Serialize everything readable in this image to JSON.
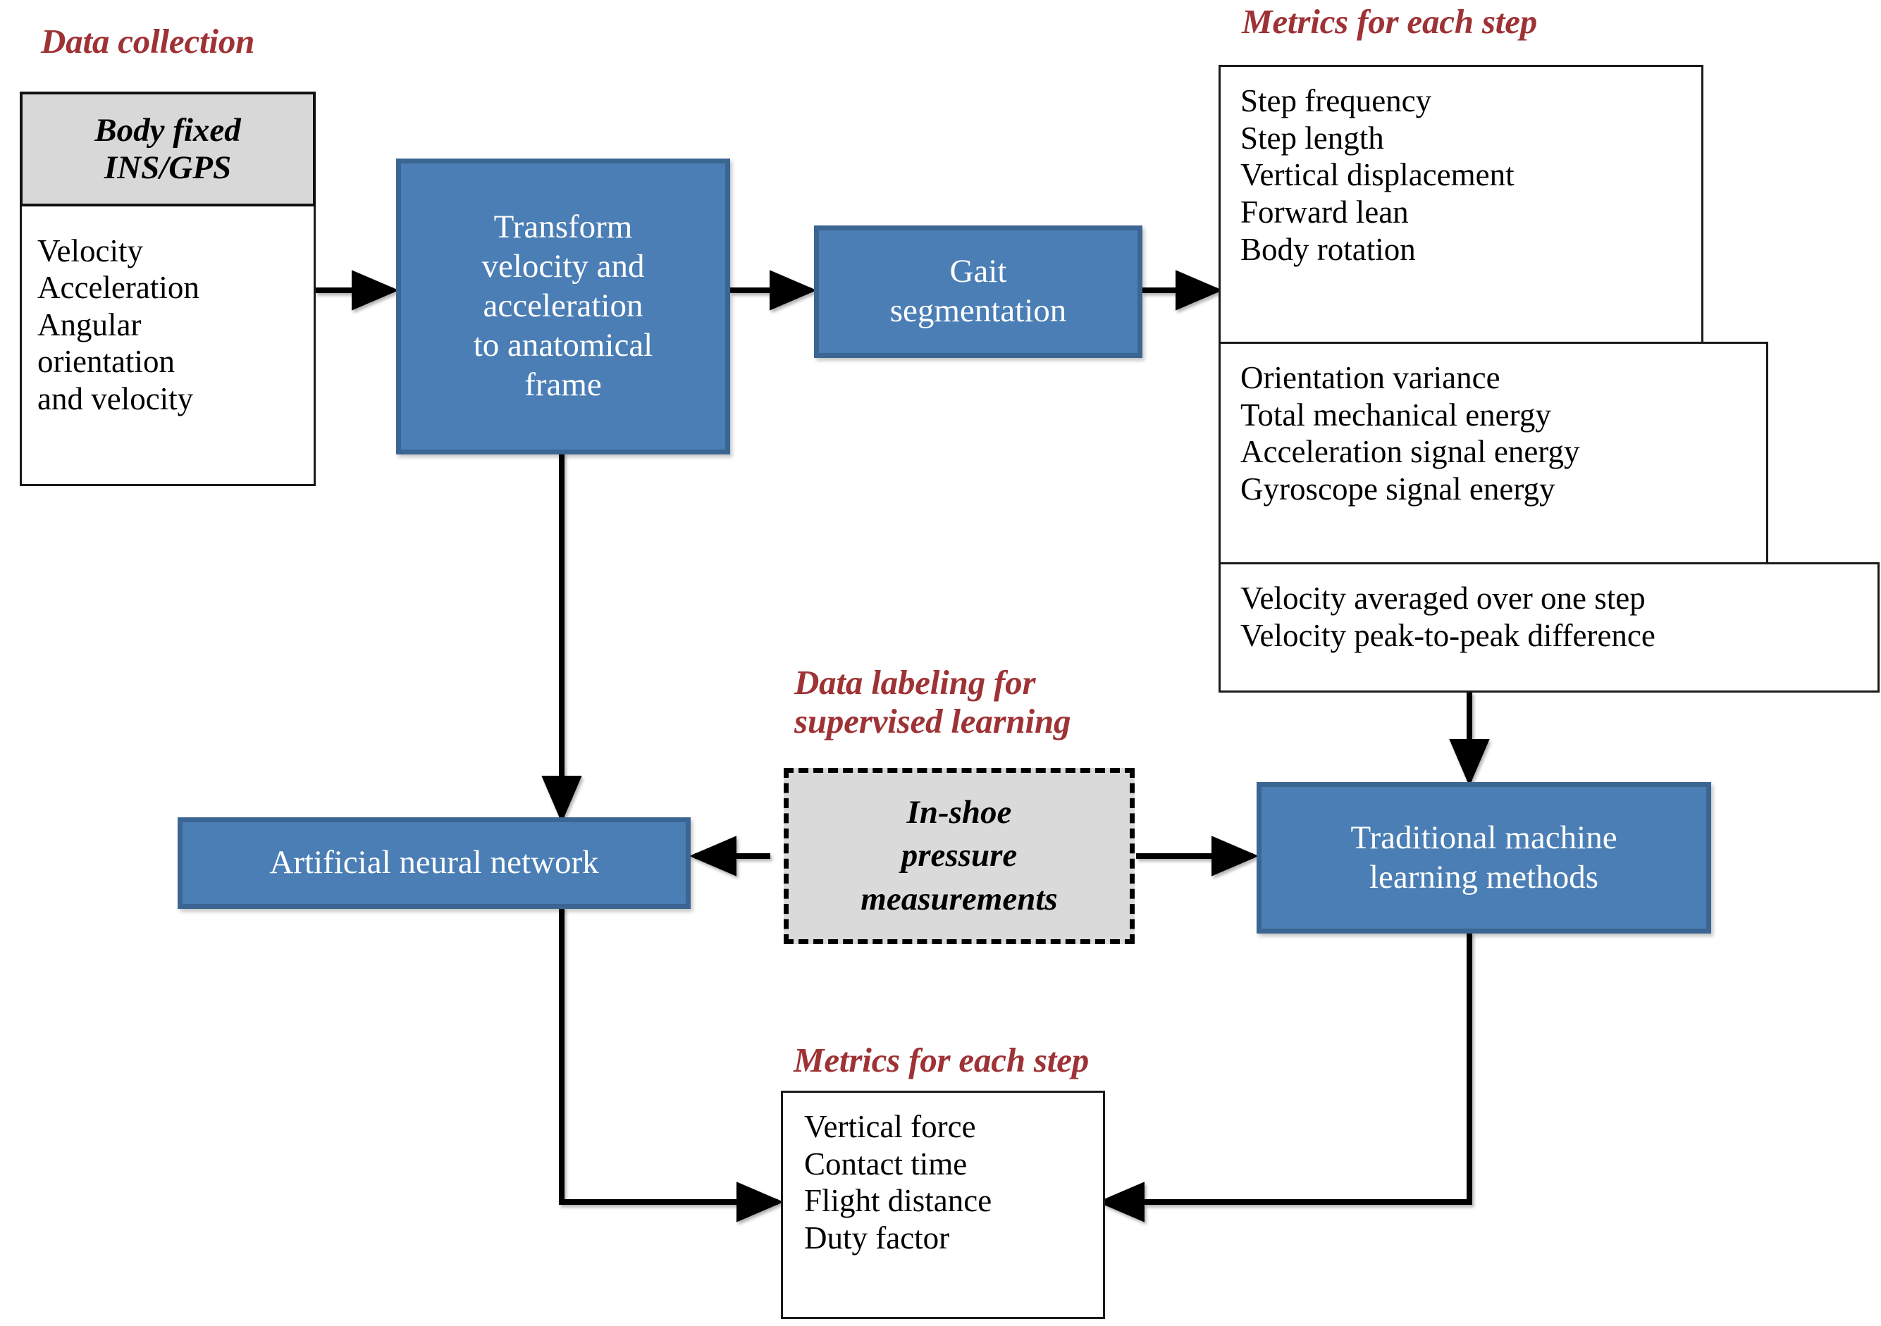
{
  "captions": {
    "data_collection": "Data collection",
    "metrics_top": "Metrics for each step",
    "data_labeling": "Data labeling for\nsupervised learning",
    "metrics_bottom": "Metrics for each step"
  },
  "sensor_source": {
    "header": "Body fixed\nINS/GPS",
    "items": [
      "Velocity",
      "Acceleration",
      "Angular",
      "orientation",
      "and velocity"
    ]
  },
  "process_blocks": {
    "transform": "Transform\nvelocity and\nacceleration\nto anatomical\nframe",
    "gait_segmentation": "Gait\nsegmentation",
    "ann": "Artificial neural network",
    "traditional_ml": "Traditional machine\nlearning methods"
  },
  "labeling_block": {
    "title": "In-shoe\npressure\nmeasurements"
  },
  "metric_panels": {
    "kinematic": [
      "Step frequency",
      "Step length",
      "Vertical displacement",
      "Forward lean",
      "Body rotation"
    ],
    "energy": [
      "Orientation variance",
      "Total mechanical energy",
      "Acceleration signal energy",
      "Gyroscope signal energy"
    ],
    "velocity": [
      "Velocity averaged over one step",
      "Velocity peak-to-peak difference"
    ],
    "output": [
      "Vertical force",
      "Contact time",
      "Flight distance",
      "Duty factor"
    ]
  },
  "colors": {
    "caption_red": "#9E3235",
    "block_blue_fill": "#4A7EB5",
    "block_blue_border": "#3B6593",
    "gray_fill": "#D8D8D8",
    "line_black": "#000000",
    "box_white": "#FFFFFF"
  }
}
